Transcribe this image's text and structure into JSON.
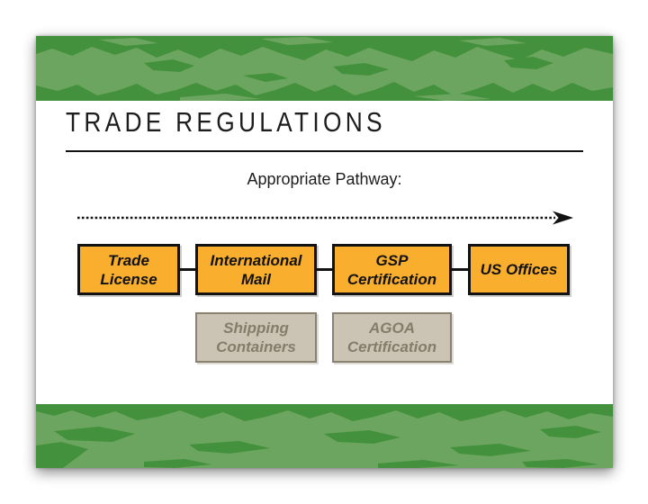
{
  "slide": {
    "title": "TRADE REGULATIONS",
    "subtitle": "Appropriate Pathway:"
  },
  "pathway": {
    "primary": [
      {
        "label": "Trade\nLicense"
      },
      {
        "label": "International\nMail"
      },
      {
        "label": "GSP\nCertification"
      },
      {
        "label": "US Offices"
      }
    ],
    "secondary": [
      {
        "label": "Shipping\nContainers"
      },
      {
        "label": "AGOA\nCertification"
      }
    ]
  },
  "icons": {
    "pathway_arrow": "dotted-right-arrow"
  },
  "colors": {
    "band_green_dark": "#44913d",
    "band_green_light": "#6ba55f",
    "primary_box_fill": "#f9ae2e",
    "primary_box_border": "#121212",
    "secondary_box_fill": "#cbc3b4",
    "secondary_box_border": "#8a8170",
    "secondary_box_text": "#857d6a",
    "title_text": "#1d1d1d"
  }
}
